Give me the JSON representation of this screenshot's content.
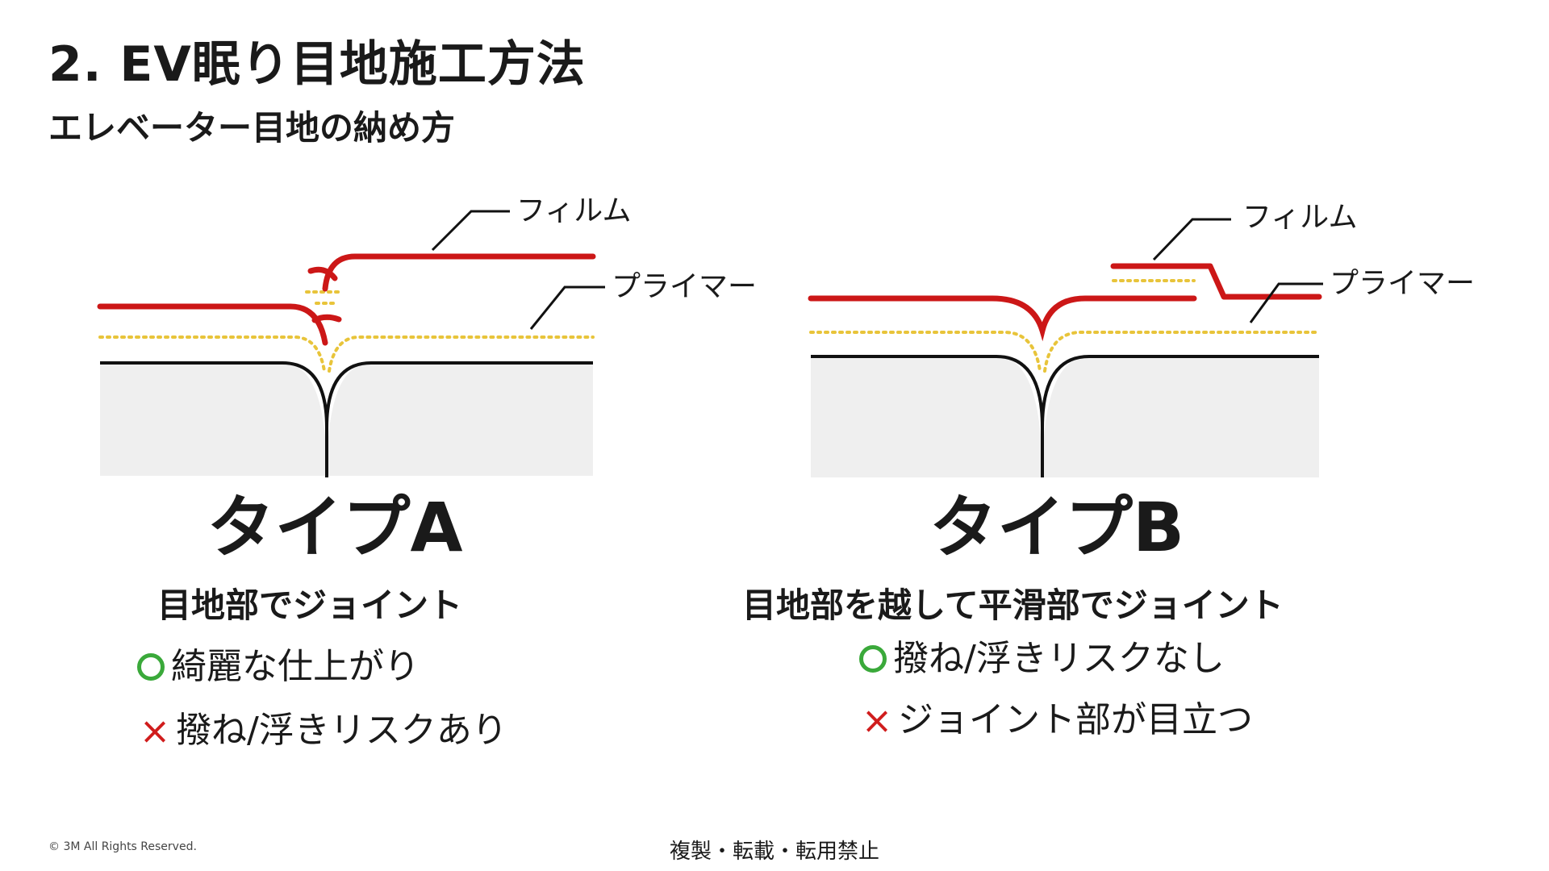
{
  "title": "2. EV眠り目地施工方法",
  "subtitle": "エレベーター目地の納め方",
  "colors": {
    "film": "#cc1717",
    "primer": "#e8c43a",
    "substrate": "#efefef",
    "outline": "#111111",
    "pro": "#3aa93a",
    "con": "#d01c1c"
  },
  "type_a": {
    "film_label": "フィルム",
    "primer_label": "プライマー",
    "title": "タイプA",
    "description": "目地部でジョイント",
    "pro": "綺麗な仕上がり",
    "con": "撥ね/浮きリスクあり",
    "pro_icon": "circle-icon",
    "con_icon": "cross-icon"
  },
  "type_b": {
    "film_label": "フィルム",
    "primer_label": "プライマー",
    "title": "タイプB",
    "description": "目地部を越して平滑部でジョイント",
    "pro": "撥ね/浮きリスクなし",
    "con": "ジョイント部が目立つ",
    "pro_icon": "circle-icon",
    "con_icon": "cross-icon"
  },
  "footer": {
    "copyright": "© 3M All Rights Reserved.",
    "notice": "複製・転載・転用禁止"
  }
}
